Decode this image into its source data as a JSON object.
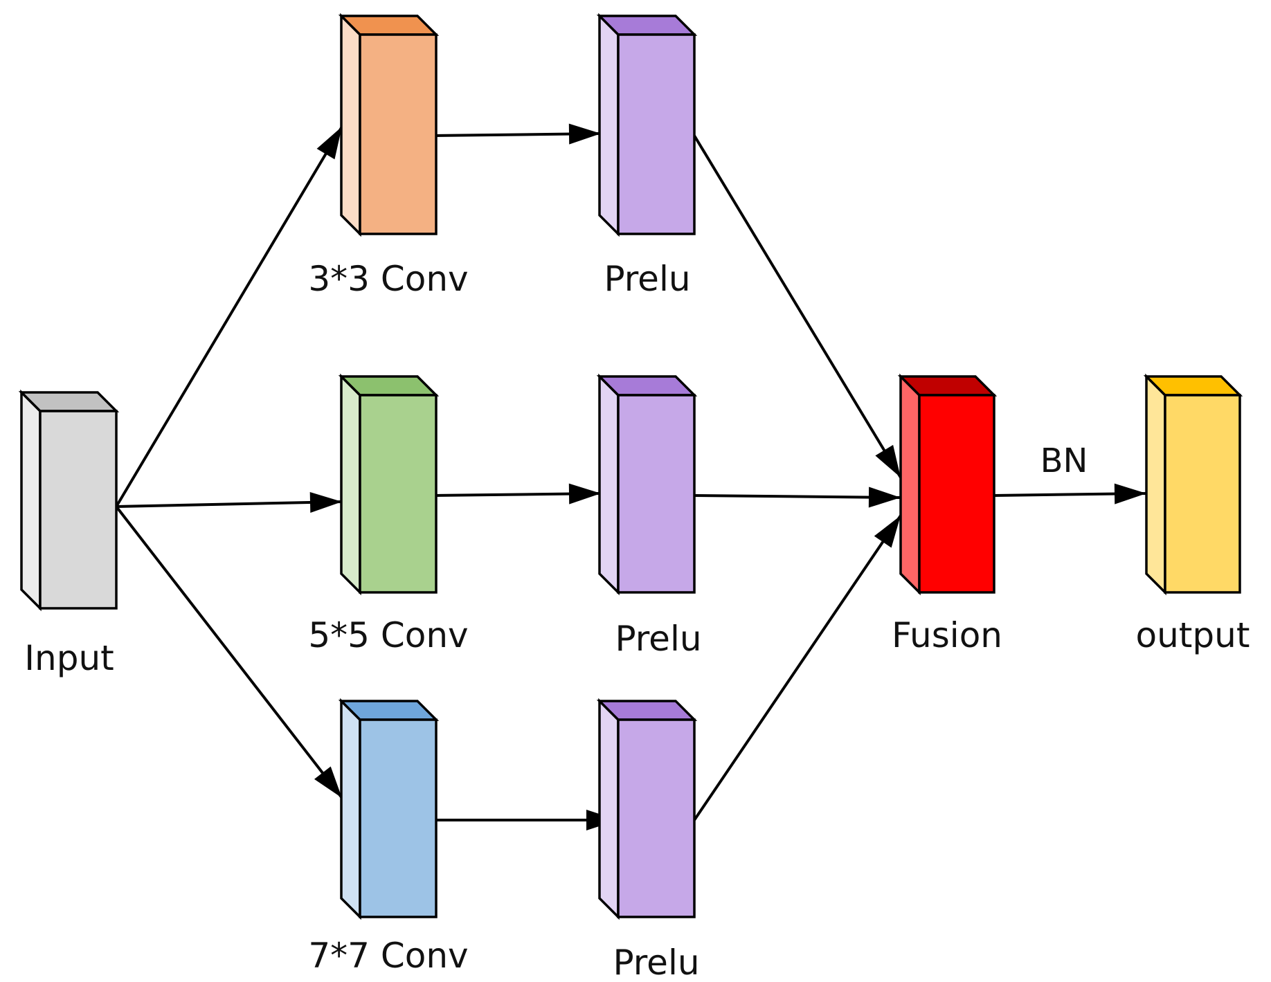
{
  "diagram": {
    "blocks": [
      {
        "id": "input",
        "label": "Input",
        "colors": {
          "front": "#d9d9d9",
          "side": "#ebebeb",
          "top": "#c2c2c2"
        }
      },
      {
        "id": "conv3",
        "label": "3*3 Conv",
        "colors": {
          "front": "#f4b183",
          "side": "#fbdcc6",
          "top": "#f0924f"
        }
      },
      {
        "id": "conv5",
        "label": "5*5 Conv",
        "colors": {
          "front": "#a9d18e",
          "side": "#d8ebcb",
          "top": "#8cc16e"
        }
      },
      {
        "id": "conv7",
        "label": "7*7 Conv",
        "colors": {
          "front": "#9dc3e6",
          "side": "#cfe1f3",
          "top": "#6fa6db"
        }
      },
      {
        "id": "prelu1",
        "label": "Prelu",
        "colors": {
          "front": "#c6a8e8",
          "side": "#e2d4f4",
          "top": "#a77bd8"
        }
      },
      {
        "id": "prelu2",
        "label": "Prelu",
        "colors": {
          "front": "#c6a8e8",
          "side": "#e2d4f4",
          "top": "#a77bd8"
        }
      },
      {
        "id": "prelu3",
        "label": "Prelu",
        "colors": {
          "front": "#c6a8e8",
          "side": "#e2d4f4",
          "top": "#a77bd8"
        }
      },
      {
        "id": "fusion",
        "label": "Fusion",
        "colors": {
          "front": "#ff0000",
          "side": "#ff6666",
          "top": "#c00000"
        }
      },
      {
        "id": "output",
        "label": "output",
        "colors": {
          "front": "#ffd966",
          "side": "#ffe699",
          "top": "#ffc000"
        }
      }
    ],
    "edges": [
      {
        "from": "input",
        "to": "conv3",
        "label": ""
      },
      {
        "from": "input",
        "to": "conv5",
        "label": ""
      },
      {
        "from": "input",
        "to": "conv7",
        "label": ""
      },
      {
        "from": "conv3",
        "to": "prelu1",
        "label": ""
      },
      {
        "from": "conv5",
        "to": "prelu2",
        "label": ""
      },
      {
        "from": "conv7",
        "to": "prelu3",
        "label": ""
      },
      {
        "from": "prelu1",
        "to": "fusion",
        "label": ""
      },
      {
        "from": "prelu2",
        "to": "fusion",
        "label": ""
      },
      {
        "from": "prelu3",
        "to": "fusion",
        "label": ""
      },
      {
        "from": "fusion",
        "to": "output",
        "label": "BN"
      }
    ]
  }
}
